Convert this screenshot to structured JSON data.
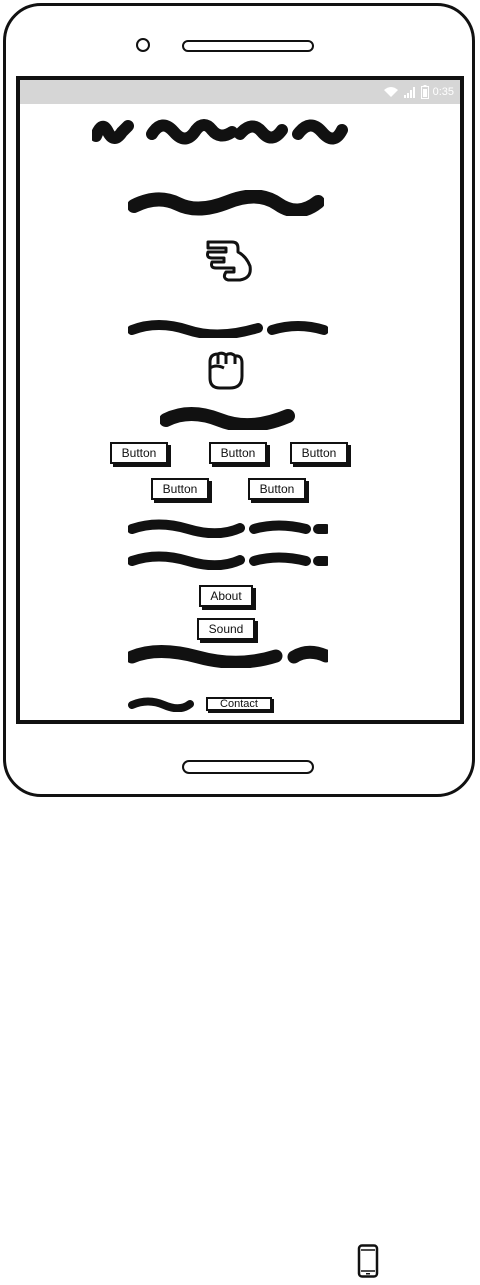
{
  "status_bar": {
    "time": "0:35"
  },
  "buttons_row1": [
    "Button",
    "Button",
    "Button"
  ],
  "buttons_row2": [
    "Button",
    "Button"
  ],
  "nav": {
    "about": "About",
    "sound": "Sound",
    "contact": "Contact"
  },
  "icons": {
    "gesture_icon": "hand-pointing-icon",
    "fist_icon": "fist-icon",
    "device_icon": "smartphone-icon"
  }
}
